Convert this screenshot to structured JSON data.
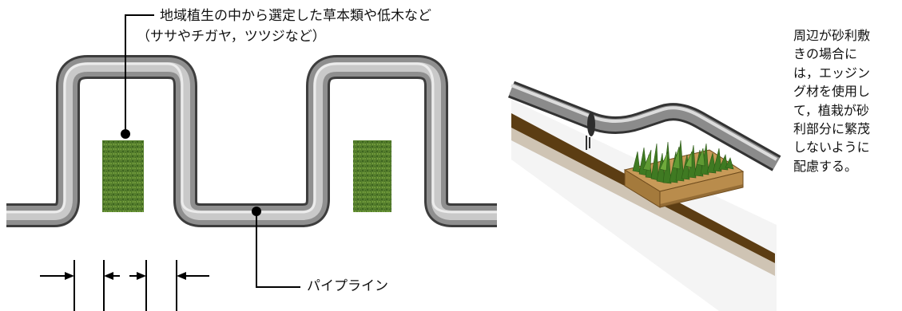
{
  "labels": {
    "vegetation_line1": "地域植生の中から選定した草本類や低木など",
    "vegetation_line2": "（ササやチガヤ，ツツジなど）",
    "pipeline": "パイプライン"
  },
  "side_note": {
    "lines": [
      "周辺が砂利敷",
      "きの場合に",
      "は，エッジン",
      "グ材を使用し",
      "て，植栽が砂",
      "利部分に繁茂",
      "しないように",
      "配慮する。"
    ]
  },
  "colors": {
    "pipe_dark": "#5a5a5a",
    "pipe_mid": "#9c9c9c",
    "pipe_light": "#e8e8e8",
    "grass": "#4f7a2a",
    "soil": "#5c3d13",
    "edging_board": "#b58a4b"
  }
}
